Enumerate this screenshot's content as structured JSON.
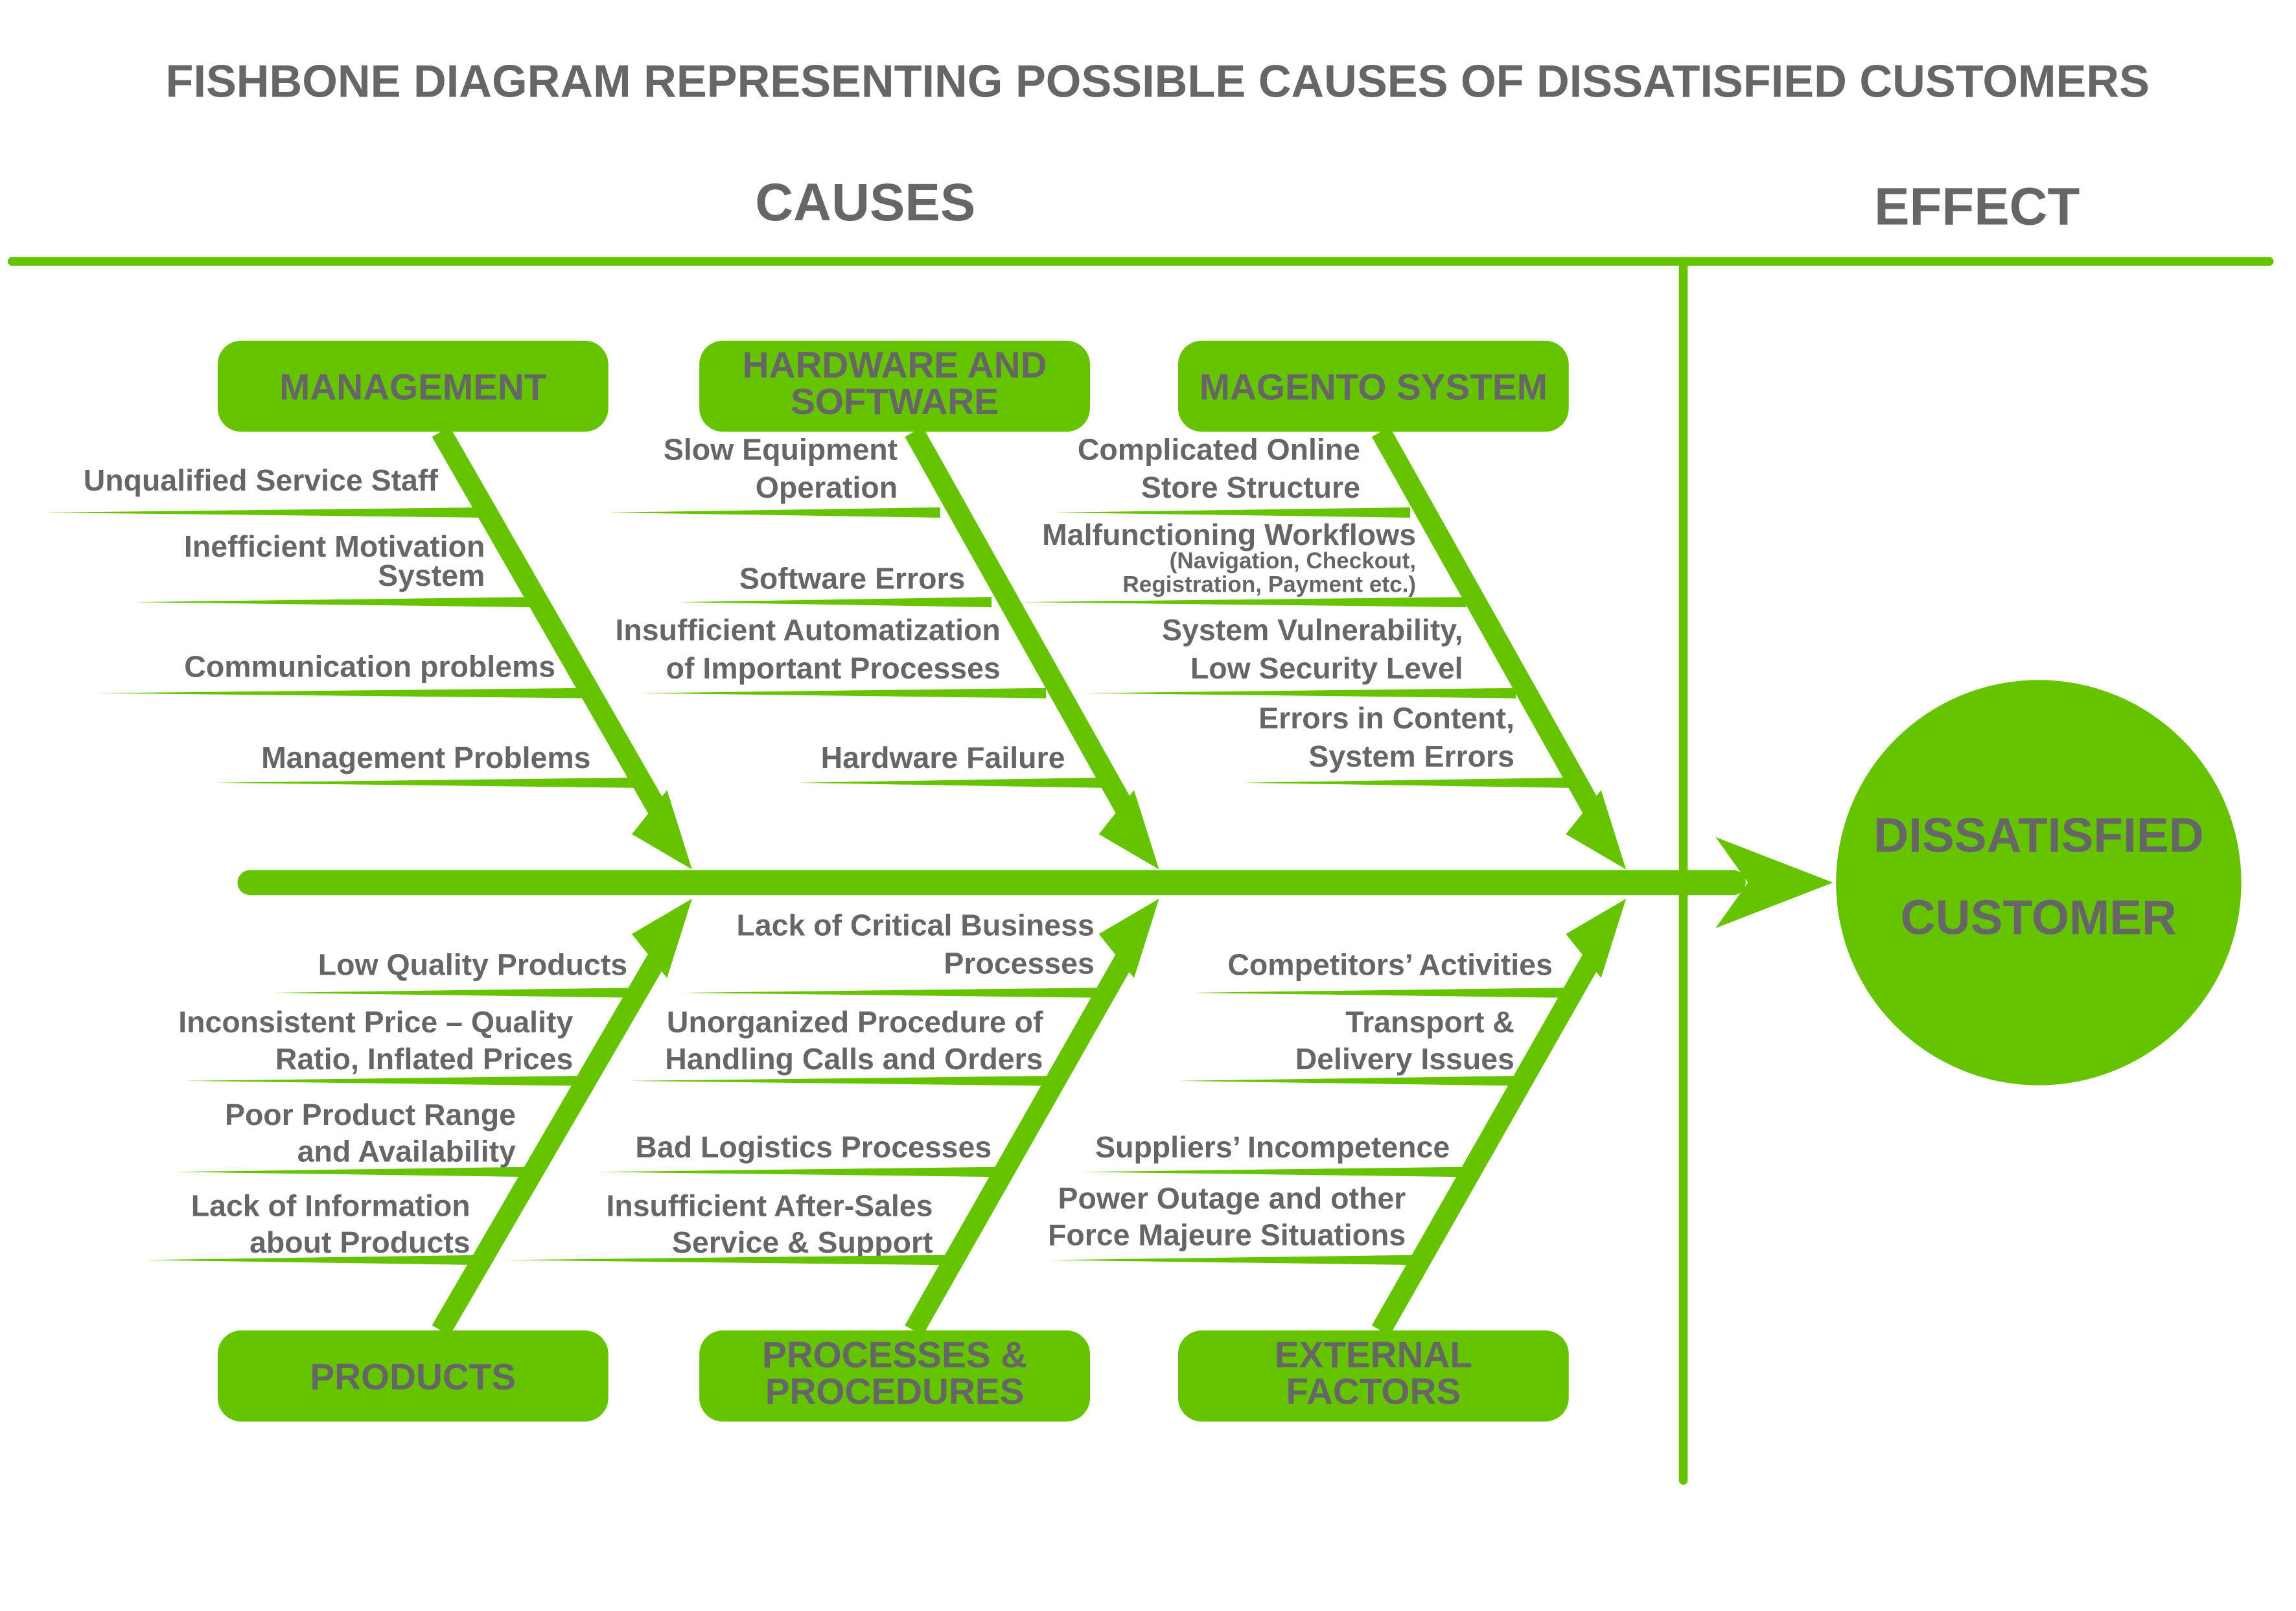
{
  "title": "FISHBONE DIAGRAM REPRESENTING POSSIBLE CAUSES OF DISSATISFIED CUSTOMERS",
  "headers": {
    "causes": "CAUSES",
    "effect": "EFFECT"
  },
  "effect": {
    "lines": [
      "DISSATISFIED",
      "CUSTOMER"
    ]
  },
  "colors": {
    "accent": "#66c300",
    "text": "#666666",
    "background": "#ffffff"
  },
  "categories": [
    {
      "label": [
        "MANAGEMENT"
      ],
      "causes": [
        {
          "lines": [
            "Unqualified Service Staff"
          ]
        },
        {
          "lines": [
            "Inefficient Motivation",
            "System"
          ]
        },
        {
          "lines": [
            "Communication problems"
          ]
        },
        {
          "lines": [
            "Management Problems"
          ]
        }
      ]
    },
    {
      "label": [
        "HARDWARE AND",
        "SOFTWARE"
      ],
      "causes": [
        {
          "lines": [
            "Slow Equipment",
            "Operation"
          ]
        },
        {
          "lines": [
            "Software Errors"
          ]
        },
        {
          "lines": [
            "Insufficient Automatization",
            "of Important Processes"
          ]
        },
        {
          "lines": [
            "Hardware Failure"
          ]
        }
      ]
    },
    {
      "label": [
        "MAGENTO SYSTEM"
      ],
      "causes": [
        {
          "lines": [
            "Complicated Online",
            "Store Structure"
          ]
        },
        {
          "lines": [
            "Malfunctioning Workflows"
          ],
          "note": [
            "(Navigation, Checkout,",
            "Registration, Payment etc.)"
          ]
        },
        {
          "lines": [
            "System Vulnerability,",
            "Low Security Level"
          ]
        },
        {
          "lines": [
            "Errors in Content,",
            "System Errors"
          ]
        }
      ]
    },
    {
      "label": [
        "PRODUCTS"
      ],
      "causes": [
        {
          "lines": [
            "Low Quality Products"
          ]
        },
        {
          "lines": [
            "Inconsistent Price – Quality",
            "Ratio, Inflated Prices"
          ]
        },
        {
          "lines": [
            "Poor Product Range",
            "and Availability"
          ]
        },
        {
          "lines": [
            "Lack of Information",
            "about Products"
          ]
        }
      ]
    },
    {
      "label": [
        "PROCESSES &",
        "PROCEDURES"
      ],
      "causes": [
        {
          "lines": [
            "Lack of Critical Business",
            "Processes"
          ]
        },
        {
          "lines": [
            "Unorganized Procedure of",
            "Handling Calls and Orders"
          ]
        },
        {
          "lines": [
            "Bad Logistics Processes"
          ]
        },
        {
          "lines": [
            "Insufficient After-Sales",
            "Service & Support"
          ]
        }
      ]
    },
    {
      "label": [
        "EXTERNAL",
        "FACTORS"
      ],
      "causes": [
        {
          "lines": [
            "Competitors’ Activities"
          ]
        },
        {
          "lines": [
            "Transport &",
            "Delivery Issues"
          ]
        },
        {
          "lines": [
            "Suppliers’ Incompetence"
          ]
        },
        {
          "lines": [
            "Power Outage and other",
            "Force Majeure Situations"
          ]
        }
      ]
    }
  ]
}
